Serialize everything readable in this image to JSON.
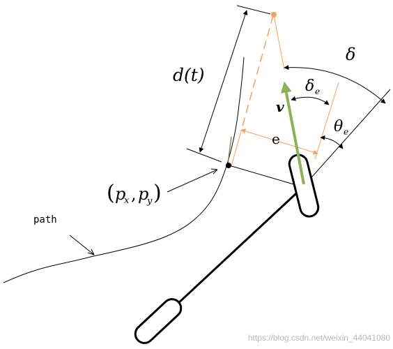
{
  "labels": {
    "d_t": "d(t)",
    "delta": "δ",
    "delta_e_main": "δ",
    "delta_e_sub": "e",
    "theta_e_main": "θ",
    "theta_e_sub": "e",
    "v": "v",
    "e": "e",
    "point_open": "(",
    "point_px": "p",
    "point_px_sub": "x",
    "point_comma": ",",
    "point_py": "p",
    "point_py_sub": "y",
    "point_close": ")",
    "path": "path"
  },
  "watermark": "https://blog.csdn.net/weixin_44041080",
  "colors": {
    "orange": "#f4a25a",
    "green": "#8bb15a",
    "black": "#000000"
  }
}
